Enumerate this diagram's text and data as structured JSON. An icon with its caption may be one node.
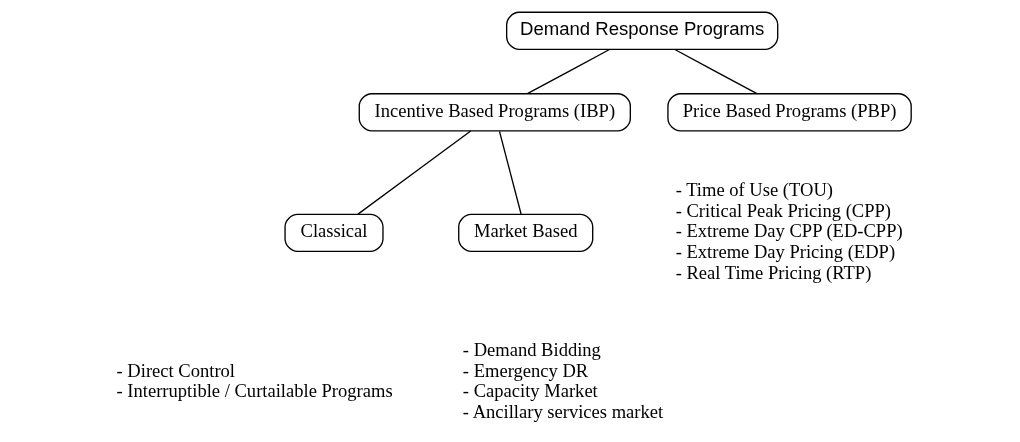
{
  "diagram": {
    "nodes": [
      {
        "text": [
          "Demand Response Programs"
        ]
      },
      {
        "text": [
          "Incentive Based Programs (IBP)"
        ]
      },
      {
        "text": [
          "Price Based Programs (PBP)"
        ],
        "beside": [
          "- Time of Use (TOU)",
          "- Critical Peak Pricing (CPP)",
          "- Extreme Day CPP (ED-CPP)",
          "- Extreme Day Pricing (EDP)",
          "- Real Time Pricing (RTP)"
        ]
      },
      {
        "text": [
          "Classical"
        ],
        "beside": [
          "- Direct Control",
          "- Interruptible / Curtailable Programs"
        ]
      },
      {
        "text": [
          "Market Based"
        ],
        "beside": [
          "- Demand Bidding",
          "- Emergency DR",
          "- Capacity Market",
          "- Ancillary services market"
        ]
      }
    ],
    "edges": [
      {
        "from": 0,
        "to": 1,
        "arrow": "none"
      },
      {
        "from": 0,
        "to": 2,
        "arrow": "none"
      },
      {
        "from": 1,
        "to": 3,
        "arrow": "none"
      },
      {
        "from": 1,
        "to": 4,
        "arrow": "none"
      }
    ]
  }
}
